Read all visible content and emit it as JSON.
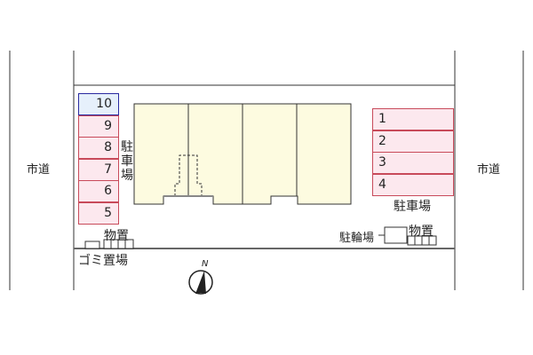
{
  "labels": {
    "road_left": "市道",
    "road_right": "市道",
    "parking_left": "駐車場",
    "parking_right": "駐車場",
    "storage_left": "物置",
    "storage_right": "物置",
    "garbage": "ゴミ置場",
    "bicycle": "駐輪場",
    "north": "N"
  },
  "parking_left": [
    "10",
    "9",
    "8",
    "7",
    "6",
    "5"
  ],
  "parking_right": [
    "1",
    "2",
    "3",
    "4"
  ],
  "colors": {
    "parking_fill": "#fce8ee",
    "parking_border": "#c84a5a",
    "highlight_fill": "#e6f0fb",
    "highlight_border": "#2a2aa0",
    "building_fill": "#fdfbe0"
  }
}
